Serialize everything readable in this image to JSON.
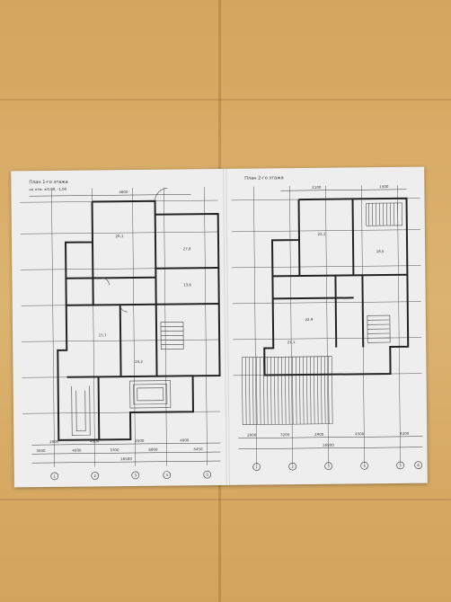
{
  "photo": {
    "background_color": "#d8ad66",
    "sheet_color": "#eeeeee",
    "ink_color": "#333333"
  },
  "left_plan": {
    "header": "План 1-го этажа",
    "subheader": "на отм. ±0,00, -1,00",
    "dims_top": [
      "4600"
    ],
    "room_area_labels": [
      "20,1",
      "27,8",
      "15,7",
      "13,6",
      "19,2"
    ],
    "dims_bottom_row1": [
      "2000",
      "4500",
      "2500",
      "4000"
    ],
    "dims_bottom_row2": [
      "3000",
      "4500",
      "3700",
      "6000",
      "4450"
    ],
    "dims_bottom_total": "16500",
    "axis_bubbles": [
      "1",
      "2",
      "3",
      "4",
      "5"
    ]
  },
  "right_plan": {
    "header": "План 2-го этажа",
    "dims_top": [
      "2100",
      "1500"
    ],
    "room_area_labels": [
      "22,1",
      "18,5",
      "22,9",
      "21,1"
    ],
    "dims_bottom_row1": [
      "2000",
      "3200",
      "2900",
      "4500",
      "4200"
    ],
    "dims_bottom_total": "16500",
    "axis_bubbles": [
      "1",
      "2",
      "3",
      "4",
      "5",
      "6"
    ]
  }
}
